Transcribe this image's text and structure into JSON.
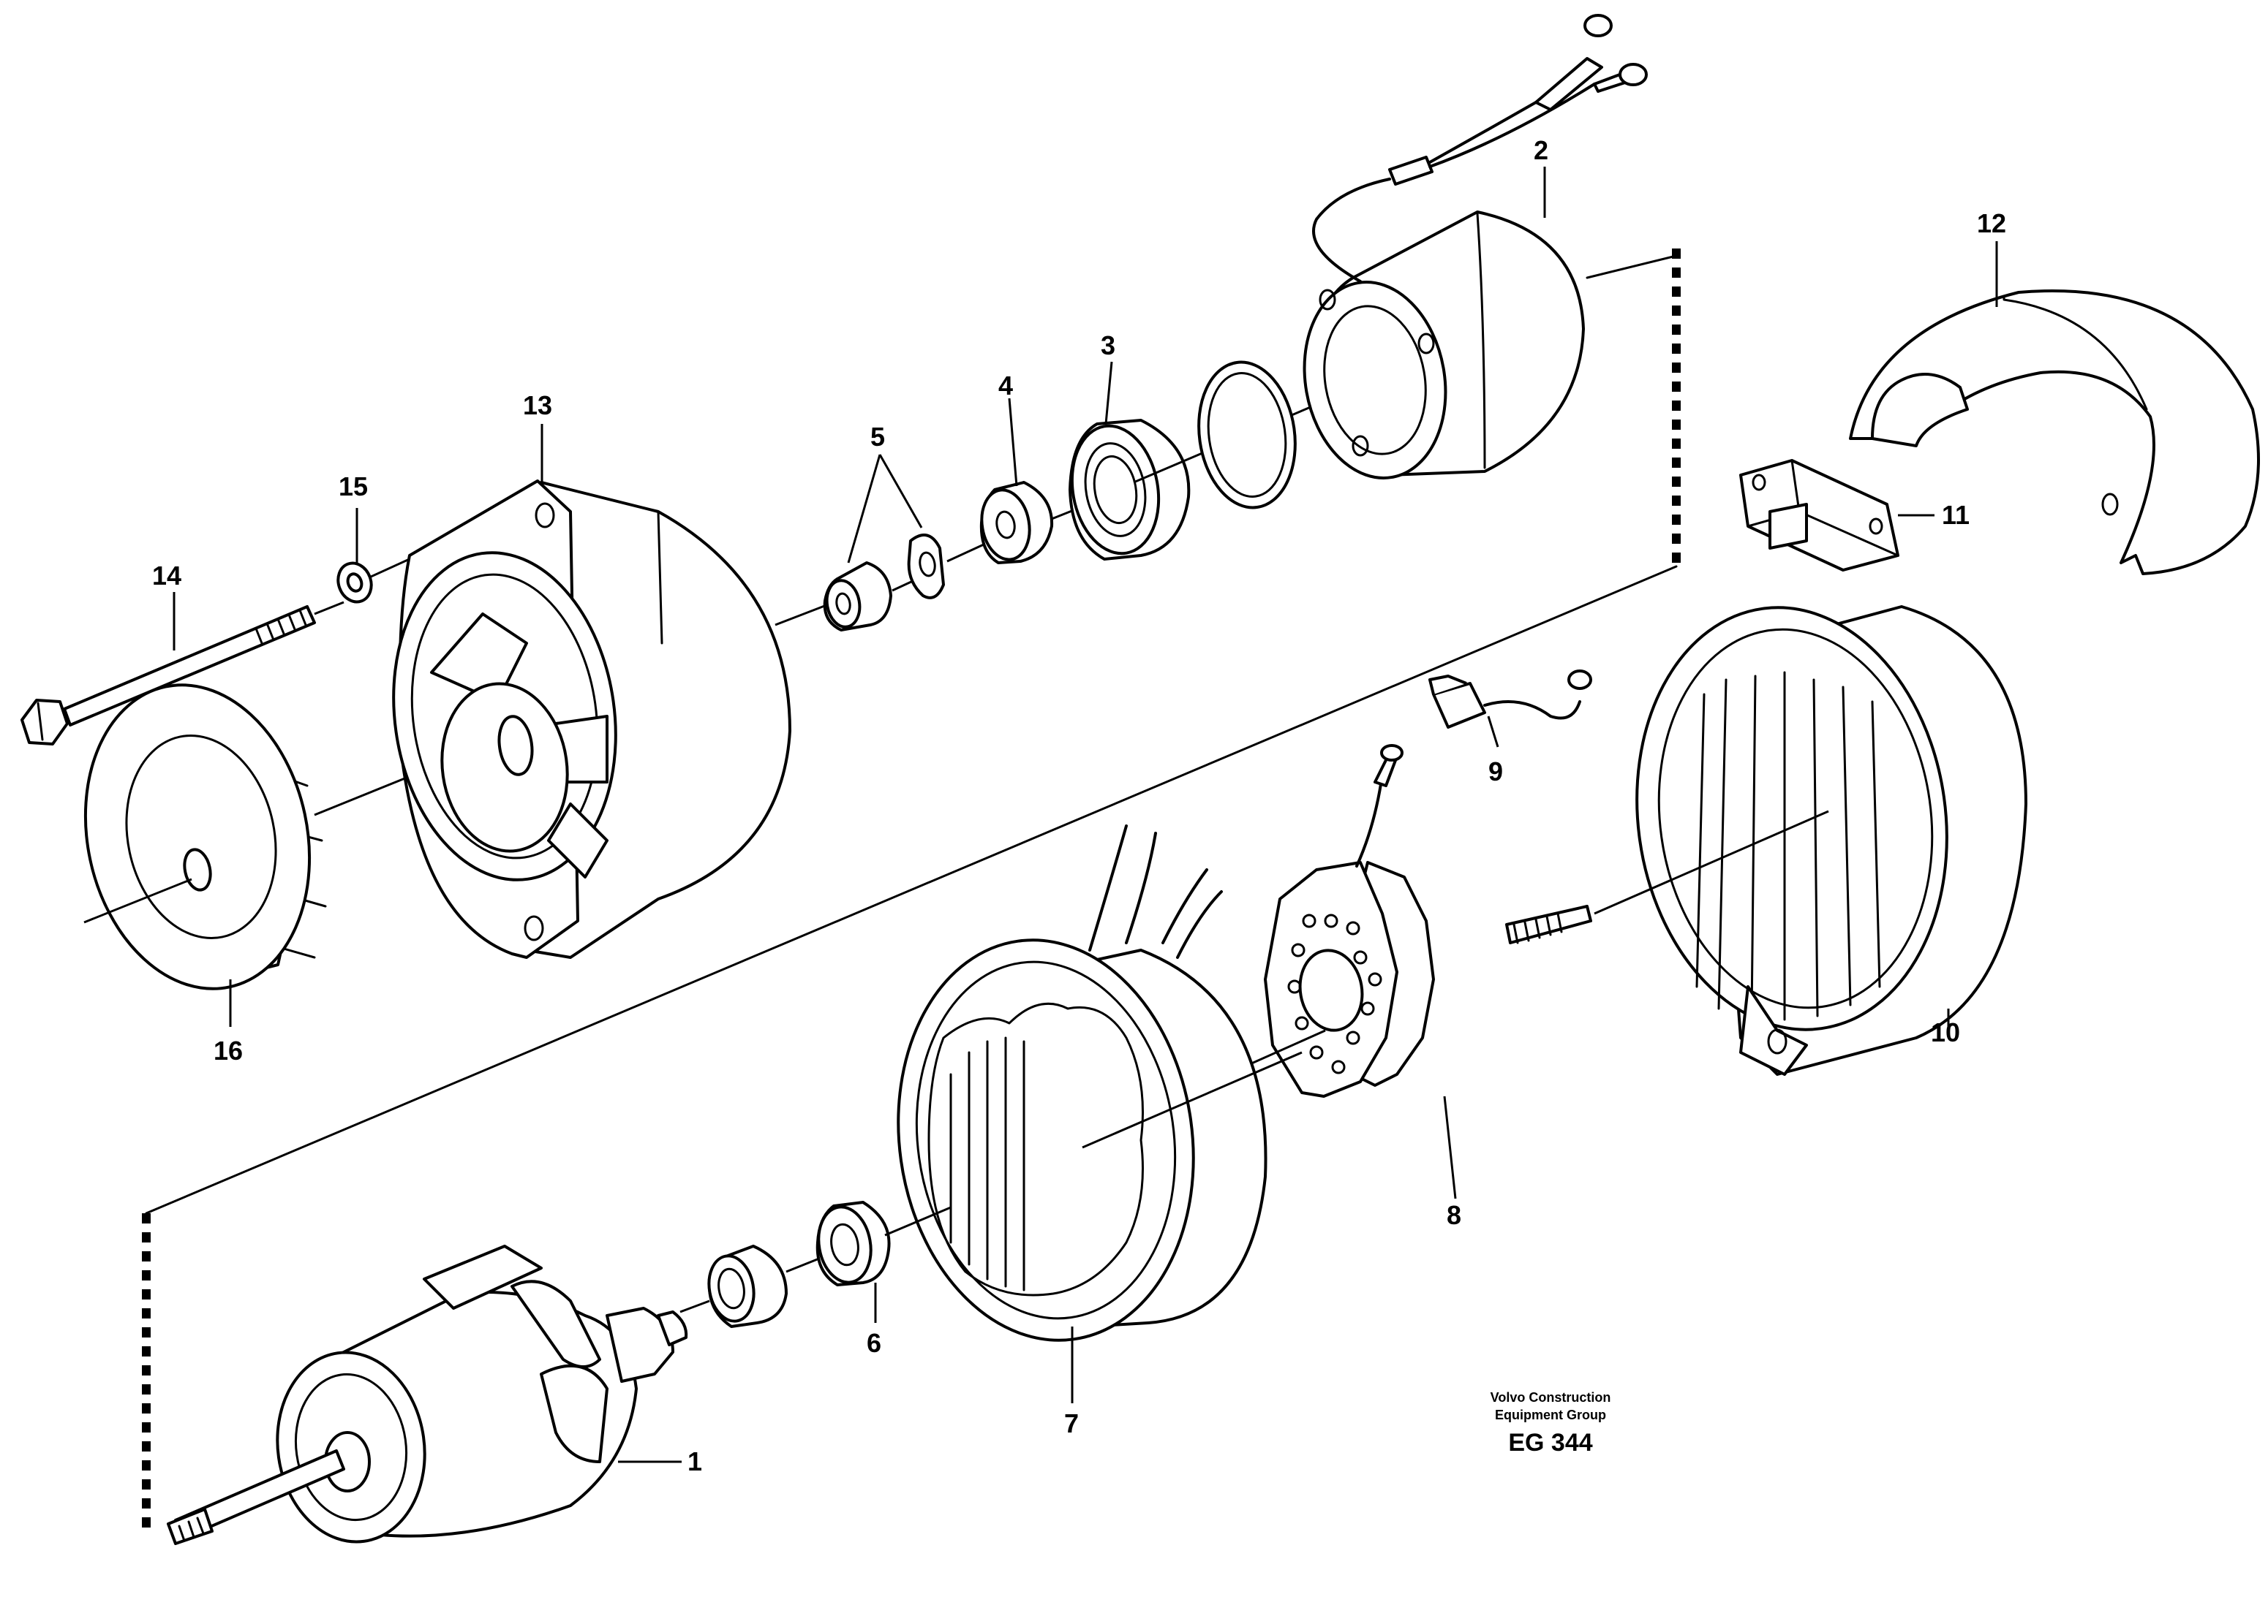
{
  "callouts": {
    "c1": "1",
    "c2": "2",
    "c3": "3",
    "c4": "4",
    "c5": "5",
    "c6": "6",
    "c7": "7",
    "c8": "8",
    "c9": "9",
    "c10": "10",
    "c11": "11",
    "c12": "12",
    "c13": "13",
    "c14": "14",
    "c15": "15",
    "c16": "16"
  },
  "footer": {
    "line1": "Volvo Construction",
    "line2": "Equipment Group",
    "code": "EG 344"
  }
}
